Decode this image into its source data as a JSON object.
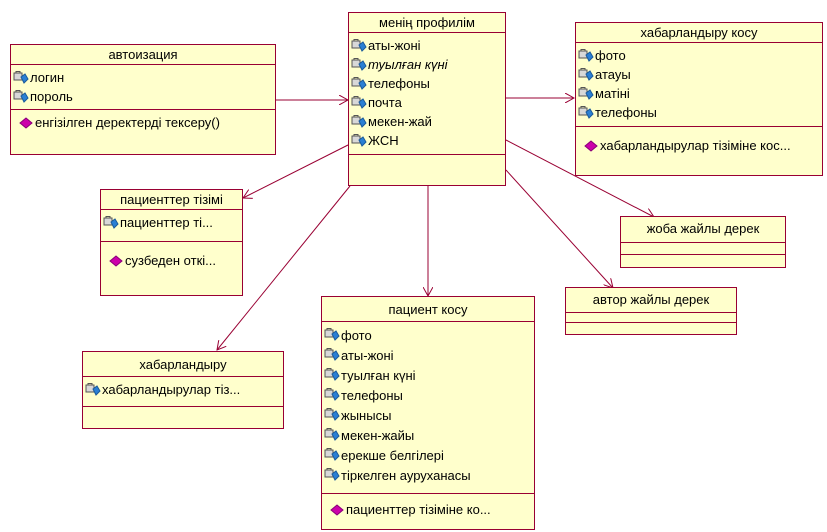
{
  "classes": {
    "authorization": {
      "title": "автоизация",
      "attributes": [
        "логин",
        "пороль"
      ],
      "methods": [
        "енгізілген деректерді тексеру()"
      ]
    },
    "my_profile": {
      "title": "менің профилім",
      "attributes": [
        "аты-жоні",
        "туылған күні",
        "телефоны",
        "почта",
        "мекен-жай",
        "ЖСН"
      ],
      "methods": []
    },
    "add_announcement": {
      "title": "хабарландыру косу",
      "attributes": [
        "фото",
        "атауы",
        "матіні",
        "телефоны"
      ],
      "methods": [
        "хабарландырулар тізіміне кос..."
      ]
    },
    "patient_list": {
      "title": "пациенттер тізімі",
      "attributes": [
        "пациенттер ті..."
      ],
      "methods": [
        "сузбеден откі..."
      ]
    },
    "project_info": {
      "title": "жоба жайлы дерек",
      "attributes": [],
      "methods": []
    },
    "author_info": {
      "title": "автор жайлы дерек",
      "attributes": [],
      "methods": []
    },
    "announcements": {
      "title": "хабарландыру",
      "attributes": [
        "хабарландырулар тіз..."
      ],
      "methods": []
    },
    "add_patient": {
      "title": "пациент косу",
      "attributes": [
        "фото",
        "аты-жоні",
        "туылған күні",
        "телефоны",
        "жынысы",
        "мекен-жайы",
        "ерекше белгілері",
        "тіркелген ауруханасы"
      ],
      "methods": [
        "пациенттер тізіміне ко..."
      ]
    }
  },
  "colors": {
    "fill": "#ffffcc",
    "border": "#990033",
    "method_icon": "#cc00aa",
    "attr_icon": "#2a7fd4"
  }
}
